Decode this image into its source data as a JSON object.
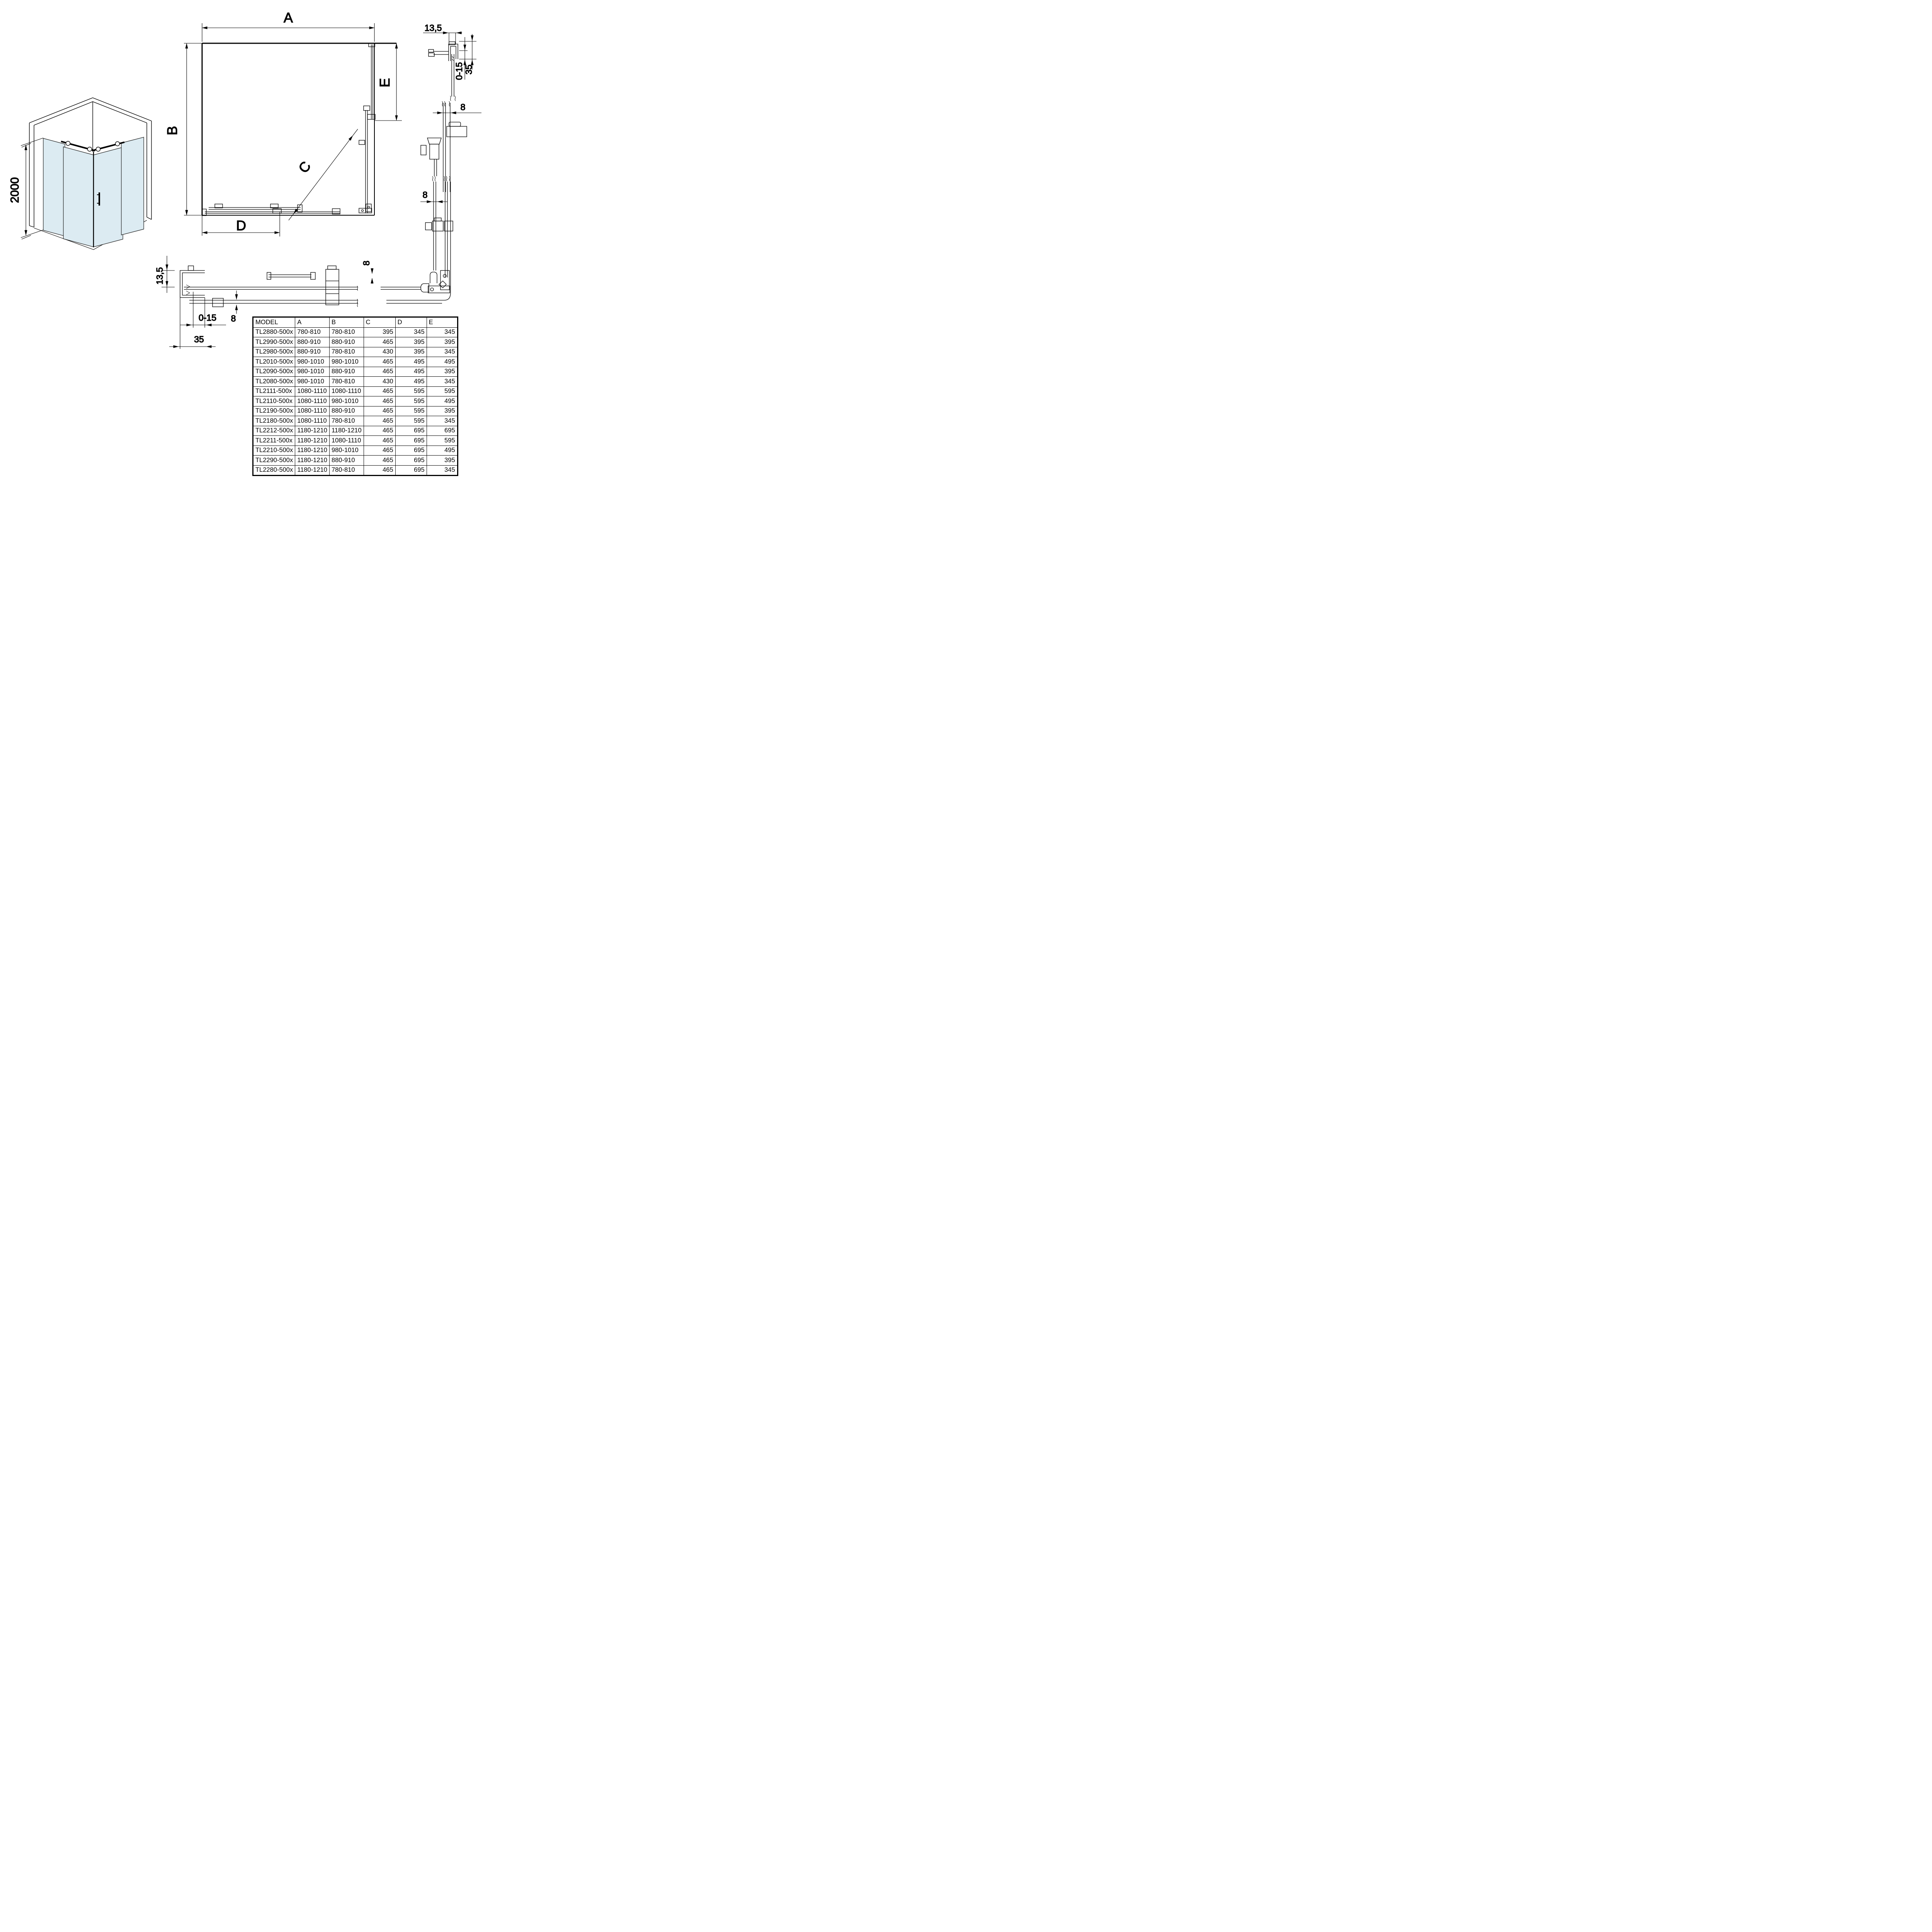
{
  "drawing": {
    "line_color": "#000000",
    "glass_color": "#dcebf2",
    "iso": {
      "height_label": "2000"
    },
    "plan": {
      "width_label": "A",
      "depth_label": "B",
      "diagonal_label": "C",
      "door_width_label": "D",
      "door_depth_label": "E"
    },
    "details": {
      "profile_width": "13,5",
      "adjust_range": "0-15",
      "profile_depth": "35",
      "glass_thickness": "8"
    }
  },
  "table": {
    "headers": [
      "MODEL",
      "A",
      "B",
      "C",
      "D",
      "E"
    ],
    "rows": [
      [
        "TL2880-500x",
        "780-810",
        "780-810",
        "395",
        "345",
        "345"
      ],
      [
        "TL2990-500x",
        "880-910",
        "880-910",
        "465",
        "395",
        "395"
      ],
      [
        "TL2980-500x",
        "880-910",
        "780-810",
        "430",
        "395",
        "345"
      ],
      [
        "TL2010-500x",
        "980-1010",
        "980-1010",
        "465",
        "495",
        "495"
      ],
      [
        "TL2090-500x",
        "980-1010",
        "880-910",
        "465",
        "495",
        "395"
      ],
      [
        "TL2080-500x",
        "980-1010",
        "780-810",
        "430",
        "495",
        "345"
      ],
      [
        "TL2111-500x",
        "1080-1110",
        "1080-1110",
        "465",
        "595",
        "595"
      ],
      [
        "TL2110-500x",
        "1080-1110",
        "980-1010",
        "465",
        "595",
        "495"
      ],
      [
        "TL2190-500x",
        "1080-1110",
        "880-910",
        "465",
        "595",
        "395"
      ],
      [
        "TL2180-500x",
        "1080-1110",
        "780-810",
        "465",
        "595",
        "345"
      ],
      [
        "TL2212-500x",
        "1180-1210",
        "1180-1210",
        "465",
        "695",
        "695"
      ],
      [
        "TL2211-500x",
        "1180-1210",
        "1080-1110",
        "465",
        "695",
        "595"
      ],
      [
        "TL2210-500x",
        "1180-1210",
        "980-1010",
        "465",
        "695",
        "495"
      ],
      [
        "TL2290-500x",
        "1180-1210",
        "880-910",
        "465",
        "695",
        "395"
      ],
      [
        "TL2280-500x",
        "1180-1210",
        "780-810",
        "465",
        "695",
        "345"
      ]
    ]
  }
}
